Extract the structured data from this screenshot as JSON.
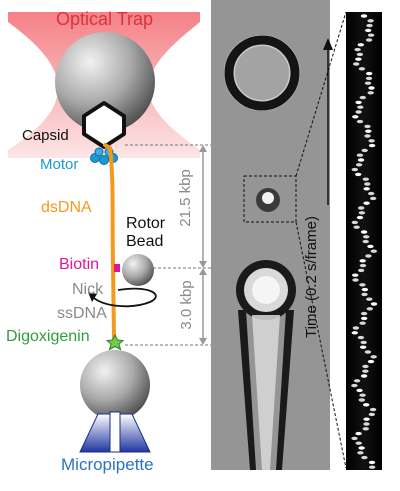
{
  "labels": {
    "optical_trap": "Optical Trap",
    "capsid": "Capsid",
    "motor": "Motor",
    "dsdna": "dsDNA",
    "rotor_bead_line1": "Rotor",
    "rotor_bead_line2": "Bead",
    "biotin": "Biotin",
    "nick": "Nick",
    "ssdna": "ssDNA",
    "digoxigenin": "Digoxigenin",
    "micropipette": "Micropipette",
    "span_upper": "21.5 kbp",
    "span_lower": "3.0 kbp",
    "time_axis": "Time (0.2 s/frame)"
  },
  "colors": {
    "optical_trap_text": "#d9343b",
    "trap_beam": "#f08a8f",
    "motor": "#1b9ad6",
    "dsdna": "#f39a1e",
    "biotin": "#e0169a",
    "digoxigenin": "#2e9e3a",
    "micropipette_text": "#2a73c4",
    "micropipette_glass": "#1f3fa0",
    "gray_text": "#8a8a8a",
    "dark_text": "#111111"
  }
}
